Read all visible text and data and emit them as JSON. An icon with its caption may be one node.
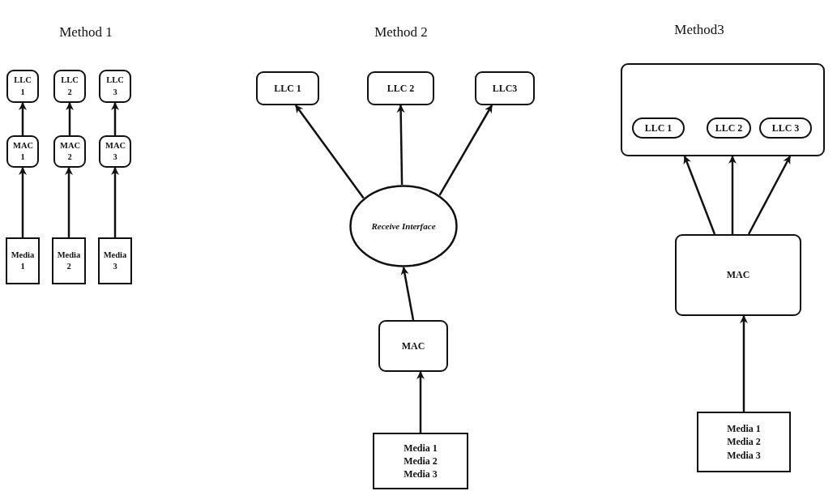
{
  "diagram": {
    "nodes": [
      {
        "text": [
          "LLC 1"
        ]
      },
      {
        "text": [
          "LLC 2"
        ]
      },
      {
        "text": [
          "LLC 3"
        ]
      },
      {
        "text": [
          "MAC 1"
        ]
      },
      {
        "text": [
          "MAC 2"
        ]
      },
      {
        "text": [
          "MAC 3"
        ]
      },
      {
        "text": [
          "Media 1"
        ]
      },
      {
        "text": [
          "Media 2"
        ]
      },
      {
        "text": [
          "Media 3"
        ]
      },
      {
        "text": [
          "LLC 1"
        ]
      },
      {
        "text": [
          "LLC 2"
        ]
      },
      {
        "text": [
          "LLC3"
        ]
      },
      {
        "text": [
          "Receive Interface"
        ]
      },
      {
        "text": [
          "MAC"
        ]
      },
      {
        "text": [
          "Media 1",
          "Media 2",
          "Media 3"
        ]
      },
      {
        "text": [],
        "shape": "box"
      },
      {
        "text": [
          "LLC 1"
        ],
        "in": 15
      },
      {
        "text": [
          "LLC 2"
        ],
        "in": 15
      },
      {
        "text": [
          "LLC 3"
        ],
        "in": 15
      },
      {
        "text": [
          "MAC"
        ]
      },
      {
        "text": [
          "Media 1",
          "Media 2",
          "Media 3"
        ]
      }
    ],
    "edges": [
      {
        "from": 6,
        "to": 3,
        "arrow": "to"
      },
      {
        "from": 3,
        "to": 0,
        "arrow": "to"
      },
      {
        "from": 7,
        "to": 4,
        "arrow": "to"
      },
      {
        "from": 4,
        "to": 1,
        "arrow": "to"
      },
      {
        "from": 8,
        "to": 5,
        "arrow": "to"
      },
      {
        "from": 5,
        "to": 2,
        "arrow": "to"
      },
      {
        "from": 12,
        "to": 9,
        "arrow": "to"
      },
      {
        "from": 12,
        "to": 10,
        "arrow": "to"
      },
      {
        "from": 12,
        "to": 11,
        "arrow": "to"
      },
      {
        "from": 13,
        "to": 12,
        "arrow": "to"
      },
      {
        "from": 14,
        "to": 13,
        "arrow": "to"
      },
      {
        "from": 19,
        "to": 15,
        "arrow": "to"
      },
      {
        "from": 19,
        "to": 15,
        "arrow": "to"
      },
      {
        "from": 19,
        "to": 15,
        "arrow": "to"
      },
      {
        "from": 20,
        "to": 19,
        "arrow": "to"
      }
    ],
    "labels": [
      "Method 1",
      "Method 2",
      "Method3"
    ]
  }
}
